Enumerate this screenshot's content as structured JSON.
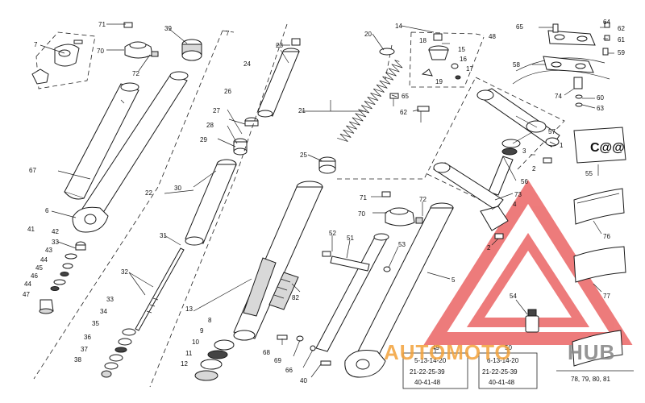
{
  "labels": {
    "l1": "1",
    "l2a": "2",
    "l2b": "2",
    "l3": "3",
    "l4": "4",
    "l5": "5",
    "l6": "6",
    "l7a": "7",
    "l7b": "7",
    "l8": "8",
    "l9": "9",
    "l10": "10",
    "l11": "11",
    "l12": "12",
    "l13": "13",
    "l14": "14",
    "l15": "15",
    "l16": "16",
    "l17": "17",
    "l18": "18",
    "l19": "19",
    "l20": "20",
    "l21": "21",
    "l22": "22",
    "l23": "23",
    "l24": "24",
    "l25": "25",
    "l26": "26",
    "l27": "27",
    "l28": "28",
    "l29": "29",
    "l30": "30",
    "l31": "31",
    "l32": "32",
    "l33a": "33",
    "l33b": "33",
    "l34": "34",
    "l35": "35",
    "l36": "36",
    "l37": "37",
    "l38": "38",
    "l39": "39",
    "l40": "40",
    "l41": "41",
    "l42": "42",
    "l43": "43",
    "l44a": "44",
    "l44b": "44",
    "l45": "45",
    "l46": "46",
    "l47": "47",
    "l48": "48",
    "l51": "51",
    "l52": "52",
    "l53": "53",
    "l54": "54",
    "l55": "55",
    "l56": "56",
    "l57": "57",
    "l58": "58",
    "l59": "59",
    "l60": "60",
    "l61": "61",
    "l62a": "62",
    "l62b": "62",
    "l63": "63",
    "l64": "64",
    "l65a": "65",
    "l65b": "65",
    "l66": "66",
    "l67": "67",
    "l68": "68",
    "l69": "69",
    "l70a": "70",
    "l70b": "70",
    "l71a": "71",
    "l71b": "71",
    "l72a": "72",
    "l72b": "72",
    "l73": "73",
    "l74": "74",
    "l76": "76",
    "l77": "77",
    "l82": "82",
    "l78": "78, 79, 80, 81"
  },
  "box49": {
    "title": "49",
    "line1": "5-13-14-20",
    "line2": "21-22-25-39",
    "line3": "40-41-48"
  },
  "box50": {
    "title": "50",
    "line1": "6-13-14-20",
    "line2": "21-22-25-39",
    "line3": "40-41-48"
  },
  "decal_text": "C@@",
  "watermark": {
    "part1": "AUTOMOTO",
    "part2": "HUB",
    "color_orange": "#f3a23a",
    "color_grey": "#8a8a8a",
    "color_red": "#e85050"
  }
}
